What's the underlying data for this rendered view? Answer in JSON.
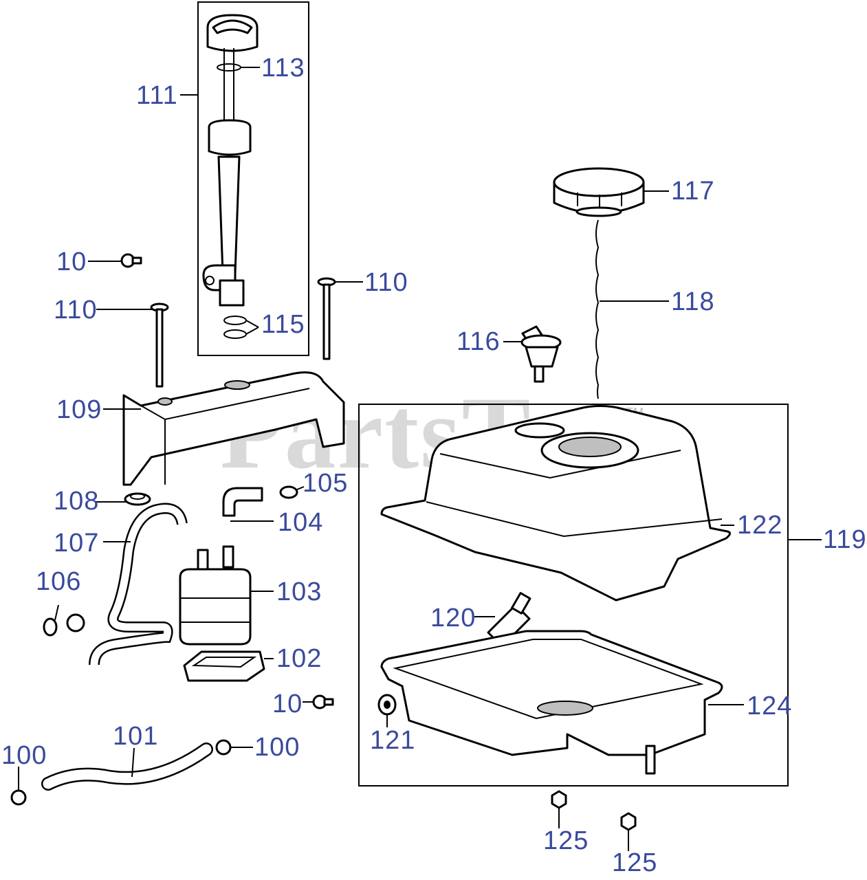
{
  "watermark": {
    "text": "PartsTree",
    "trademark": "TM"
  },
  "callouts": {
    "c100a": "100",
    "c100b": "100",
    "c101": "101",
    "c102": "102",
    "c103": "103",
    "c104": "104",
    "c105": "105",
    "c106": "106",
    "c107": "107",
    "c108": "108",
    "c109": "109",
    "c110a": "110",
    "c110b": "110",
    "c111": "111",
    "c113": "113",
    "c115": "115",
    "c116": "116",
    "c117": "117",
    "c118": "118",
    "c119": "119",
    "c120": "120",
    "c121": "121",
    "c122": "122",
    "c124": "124",
    "c125a": "125",
    "c125b": "125",
    "c10a": "10",
    "c10b": "10"
  },
  "colors": {
    "callout": "#3a4a9c",
    "line": "#000000",
    "watermark": "#d9d9d9"
  }
}
